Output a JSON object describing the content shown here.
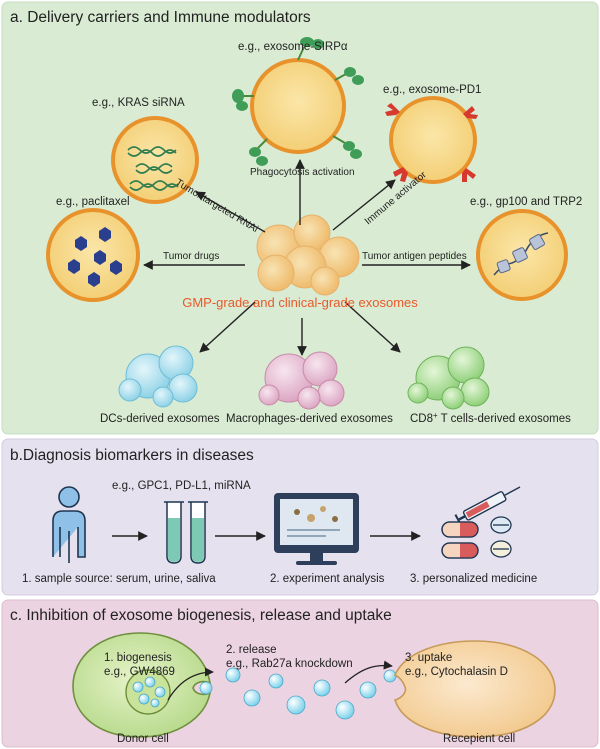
{
  "panel_a": {
    "title": "a. Delivery carriers and Immune modulators",
    "center_label": "GMP-grade and clinical-grade exosomes",
    "center_color": "#e8592a",
    "example_sirpa": "e.g., exosome-SIRPα",
    "example_pd1": "e.g., exosome-PD1",
    "example_kras": "e.g., KRAS siRNA",
    "example_paclitaxel": "e.g., paclitaxel",
    "example_gp100": "e.g., gp100 and TRP2",
    "arrow_phagocytosis": "Phagocytosis activation",
    "arrow_immune": "Immune activator",
    "arrow_rnai": "Tumor targeted RNAi",
    "arrow_drugs": "Tumor drugs",
    "arrow_antigen": "Tumor antigen peptides",
    "source_dc": "DCs-derived exosomes",
    "source_macrophage": "Macrophages-derived exosomes",
    "source_cd8_prefix": "CD8",
    "source_cd8_sup": "+",
    "source_cd8_suffix": " T cells-derived exosomes"
  },
  "panel_b": {
    "title": "b.Diagnosis biomarkers in diseases",
    "biomarkers": "e.g., GPC1, PD-L1, miRNA",
    "step1": "1. sample source: serum, urine, saliva",
    "step2": "2. experiment analysis",
    "step3": "3. personalized medicine"
  },
  "panel_c": {
    "title": "c. Inhibition of exosome biogenesis, release and uptake",
    "step1": "1. biogenesis",
    "step1_example": "e.g., GW4869",
    "step2": "2. release",
    "step2_example": "e.g., Rab27a knockdown",
    "step3": "3. uptake",
    "step3_example": "e.g., Cytochalasin D",
    "donor": "Donor cell",
    "recipient": "Recepient cell"
  },
  "colors": {
    "panel_a_bg": "#d9ecd3",
    "panel_b_bg": "#e6e1ef",
    "panel_c_bg": "#ecd3e1",
    "vesicle_fill": "#f6d889",
    "vesicle_ring": "#e8922c"
  }
}
